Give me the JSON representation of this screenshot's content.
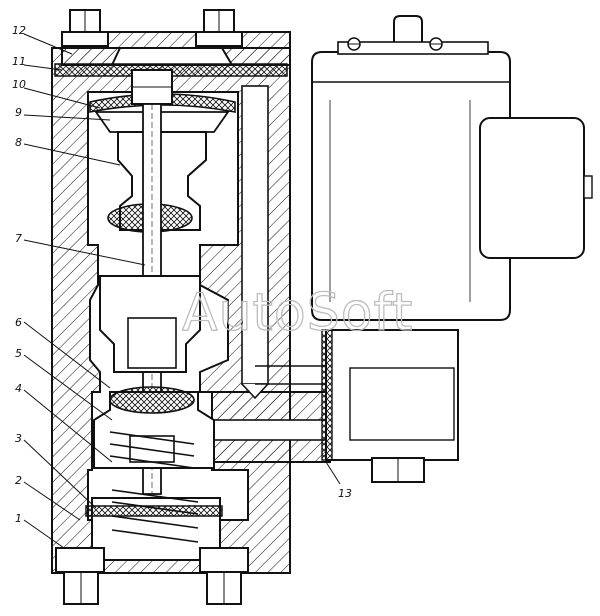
{
  "diagram": {
    "callouts": [
      "12",
      "11",
      "10",
      "9",
      "8",
      "7",
      "6",
      "5",
      "4",
      "3",
      "2",
      "1",
      "13"
    ],
    "watermark": "AutoSoft"
  },
  "colors": {
    "line": "#111111",
    "background": "#ffffff",
    "watermark": "#bdbdbd"
  }
}
